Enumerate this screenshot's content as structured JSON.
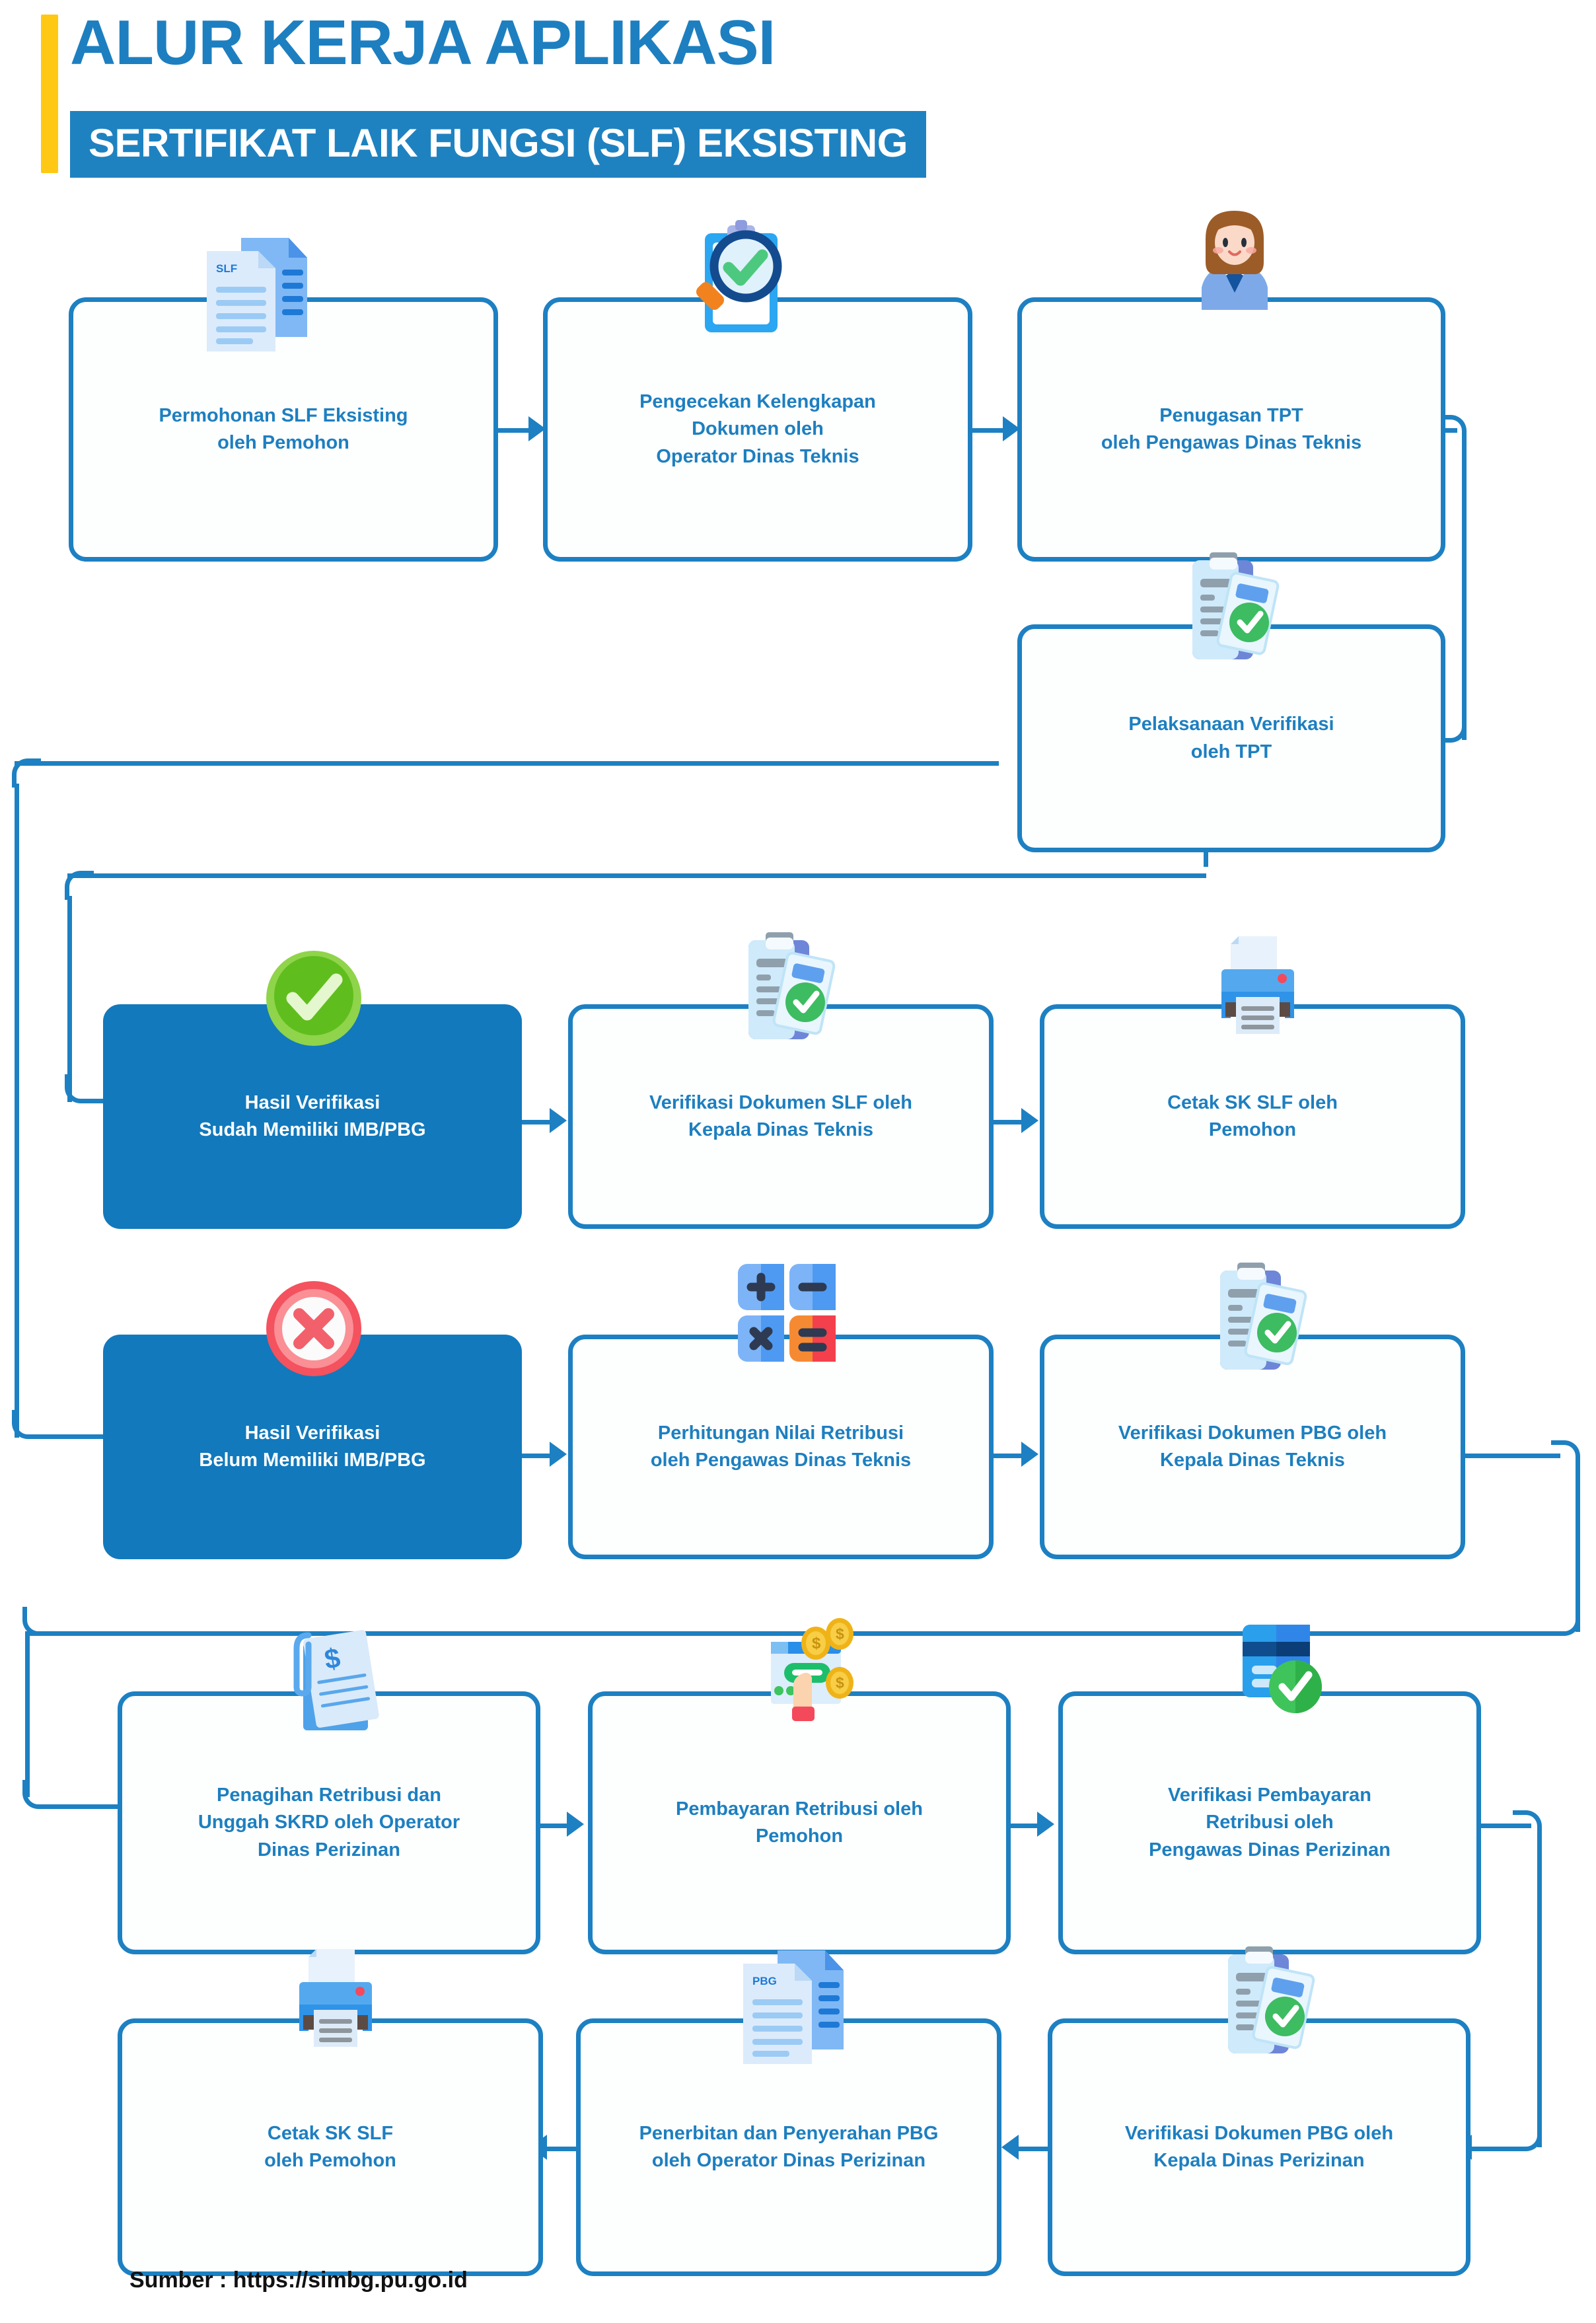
{
  "header": {
    "title": "ALUR KERJA APLIKASI",
    "subtitle": "SERTIFIKAT LAIK FUNGSI (SLF) EKSISTING",
    "accent_bar_color": "#FFC815",
    "title_color": "#1D7FC0",
    "subtitle_bg_color": "#1F82C0"
  },
  "theme": {
    "line_color": "#1D80C2",
    "node_border": "#1D80C2",
    "node_fill": "#FDFEFE",
    "node_text": "#1D7FC0",
    "highlight_fill": "#1279BC",
    "highlight_text": "#FFFFFF",
    "success_green": "#6CC11F",
    "error_red": "#F2505A"
  },
  "nodes": [
    {
      "id": "n1",
      "line1": "Permohonan SLF Eksisting",
      "line2": "oleh Pemohon",
      "line3": "",
      "icon": "slf-document-icon",
      "style": "outline"
    },
    {
      "id": "n2",
      "line1": "Pengecekan Kelengkapan",
      "line2": "Dokumen oleh",
      "line3": "Operator Dinas Teknis",
      "icon": "clipboard-magnifier-check-icon",
      "style": "outline"
    },
    {
      "id": "n3",
      "line1": "Penugasan TPT",
      "line2": "oleh Pengawas Dinas Teknis",
      "line3": "",
      "icon": "officer-woman-icon",
      "style": "outline"
    },
    {
      "id": "n4",
      "line1": "Pelaksanaan Verifikasi",
      "line2": "oleh TPT",
      "line3": "",
      "icon": "clipboard-check-document-icon",
      "style": "outline"
    },
    {
      "id": "n5",
      "line1": "Hasil Verifikasi",
      "line2": "Sudah Memiliki IMB/PBG",
      "line3": "",
      "icon": "green-check-circle-icon",
      "style": "filled"
    },
    {
      "id": "n6",
      "line1": "Verifikasi Dokumen SLF oleh",
      "line2": "Kepala Dinas Teknis",
      "line3": "",
      "icon": "clipboard-check-document-icon",
      "style": "outline"
    },
    {
      "id": "n7",
      "line1": "Cetak SK SLF oleh",
      "line2": "Pemohon",
      "line3": "",
      "icon": "printer-icon",
      "style": "outline"
    },
    {
      "id": "n8",
      "line1": "Hasil Verifikasi",
      "line2": "Belum Memiliki IMB/PBG",
      "line3": "",
      "icon": "red-cross-circle-icon",
      "style": "filled"
    },
    {
      "id": "n9",
      "line1": "Perhitungan Nilai Retribusi",
      "line2": "oleh Pengawas Dinas Teknis",
      "line3": "",
      "icon": "calculator-keys-icon",
      "style": "outline"
    },
    {
      "id": "n10",
      "line1": "Verifikasi Dokumen PBG oleh",
      "line2": "Kepala Dinas Teknis",
      "line3": "",
      "icon": "clipboard-check-document-icon",
      "style": "outline"
    },
    {
      "id": "n11",
      "line1": "Penagihan Retribusi dan",
      "line2": "Unggah SKRD oleh Operator",
      "line3": "Dinas Perizinan",
      "icon": "invoice-dollar-clip-icon",
      "style": "outline"
    },
    {
      "id": "n12",
      "line1": "Pembayaran Retribusi oleh",
      "line2": "Pemohon",
      "line3": "",
      "icon": "online-payment-hand-coins-icon",
      "style": "outline"
    },
    {
      "id": "n13",
      "line1": "Verifikasi Pembayaran",
      "line2": "Retribusi oleh",
      "line3": "Pengawas Dinas Perizinan",
      "icon": "credit-card-check-icon",
      "style": "outline"
    },
    {
      "id": "n14",
      "line1": "Verifikasi Dokumen PBG oleh",
      "line2": "Kepala Dinas Perizinan",
      "line3": "",
      "icon": "clipboard-check-document-icon",
      "style": "outline"
    },
    {
      "id": "n15",
      "line1": "Penerbitan dan Penyerahan PBG",
      "line2": "oleh Operator Dinas Perizinan",
      "line3": "",
      "icon": "pbg-document-icon",
      "style": "outline"
    },
    {
      "id": "n16",
      "line1": "Cetak SK SLF",
      "line2": "oleh Pemohon",
      "line3": "",
      "icon": "printer-icon",
      "style": "outline"
    }
  ],
  "icon_labels": {
    "slf_doc_tag": "SLF",
    "pbg_doc_tag": "PBG",
    "calc_plus": "+",
    "calc_minus": "–",
    "calc_times": "×",
    "calc_equals": "="
  },
  "footer": {
    "source": "Sumber : https://simbg.pu.go.id"
  }
}
